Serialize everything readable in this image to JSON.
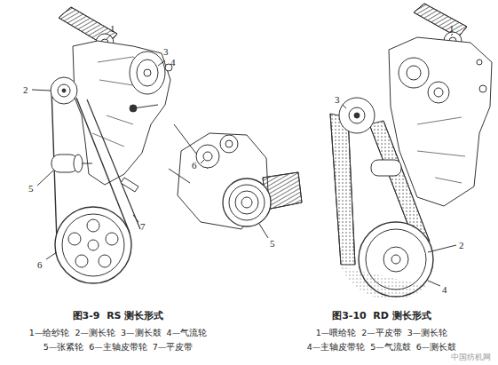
{
  "diagram": {
    "labels": [
      "1",
      "3",
      "4",
      "2",
      "5",
      "7",
      "6",
      "6",
      "5",
      "1",
      "3",
      "2",
      "4",
      "图3-9  RS 测长形式",
      "1—给纱轮  2—测长轮  3—测长鼓  4—气流轮",
      "5—张紧轮  6—主轴皮带轮  7—平皮带",
      "图3-10  RD 测长形式",
      "1—喂给轮  2—平皮带  3—测长轮",
      "4—主轴皮带轮  5—气流鼓  6—测长鼓",
      "中国纺机网"
    ]
  }
}
